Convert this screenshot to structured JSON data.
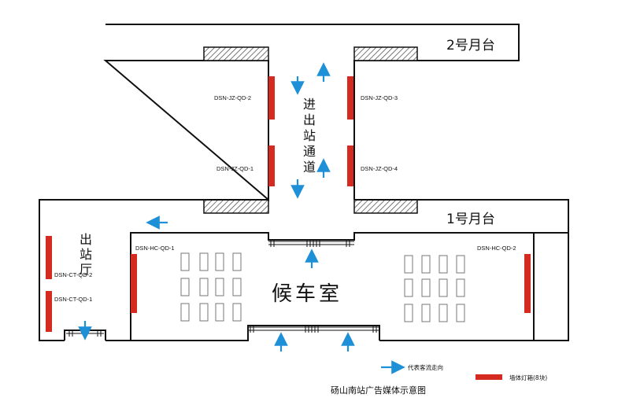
{
  "title": "砀山南站广告媒体示意图",
  "platforms": {
    "platform2": "2号月台",
    "platform1": "1号月台"
  },
  "areas": {
    "corridor": [
      "进",
      "出",
      "站",
      "通",
      "道"
    ],
    "exit_hall": [
      "出",
      "站",
      "厅"
    ],
    "waiting_room": "候车室"
  },
  "billboards": {
    "jz_qd_1": "DSN-JZ-QD-1",
    "jz_qd_2": "DSN-JZ-QD-2",
    "jz_qd_3": "DSN-JZ-QD-3",
    "jz_qd_4": "DSN-JZ-QD-4",
    "hc_qd_1": "DSN-HC-QD-1",
    "hc_qd_2": "DSN-HC-QD-2",
    "ct_qd_1": "DSN-CT-QD-1",
    "ct_qd_2": "DSN-CT-QD-2"
  },
  "legend": {
    "flow": "代表客流走向",
    "lightbox": "墙体灯箱(8块)"
  },
  "colors": {
    "wall": "#111111",
    "billboard": "#d42a1f",
    "arrow": "#1e90d8",
    "hatch": "#555555",
    "seat": "#777777"
  }
}
